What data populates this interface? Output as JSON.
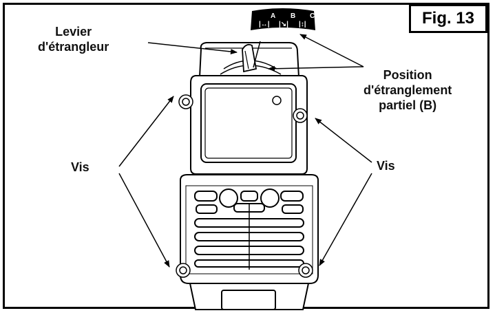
{
  "figure": {
    "label": "Fig. 13"
  },
  "labels": {
    "choke_lever": [
      "Levier",
      "d'étrangleur"
    ],
    "partial_choke_position": [
      "Position",
      "d'étranglement",
      "partiel (B)"
    ],
    "screws_left": "Vis",
    "screws_right": "Vis"
  },
  "choke_scale": {
    "positions": [
      "A",
      "B",
      "C"
    ]
  }
}
